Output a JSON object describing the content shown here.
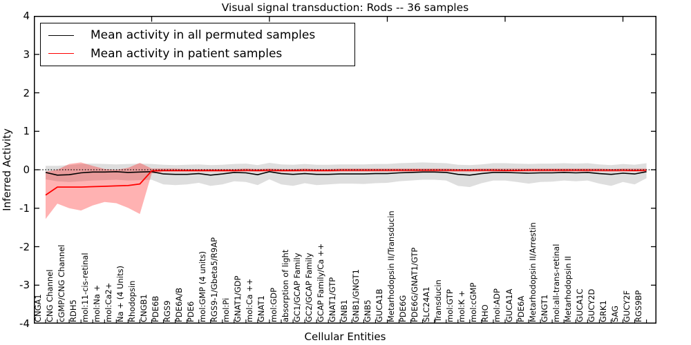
{
  "chart_data": {
    "type": "line",
    "title": "Visual signal transduction: Rods -- 36 samples",
    "xlabel": "Cellular Entities",
    "ylabel": "Inferred Activity",
    "ylim": [
      -4,
      4
    ],
    "yticks": [
      4,
      3,
      2,
      1,
      0,
      -1,
      -2,
      -3,
      -4
    ],
    "top_tick_indices": [
      9,
      19,
      29,
      39,
      49
    ],
    "zero_line": "dotted",
    "grid": false,
    "legend_position": "upper left",
    "background": "#ffffff",
    "categories": [
      "CNGA1",
      "CNG Channel",
      "cGMP/CNG Channel",
      "RDH5",
      "mol:11-cis-retinal",
      "mol:Na +",
      "mol:Ca2+",
      "Na + (4 Units)",
      "Rhodopsin",
      "CNGB1",
      "PDE6B",
      "RGS9",
      "PDE6A/B",
      "PDE6",
      "mol:GMP (4 units)",
      "RGS9-1/Gbeta5/R9AP",
      "mol:Pi",
      "GNAT1/GDP",
      "mol:Ca ++",
      "GNAT1",
      "mol:GDP",
      "absorption of light",
      "GC1/GCAP Family",
      "GC2/GCAP Family",
      "GCAP Family/Ca ++",
      "GNAT1/GTP",
      "GNB1",
      "GNB1/GNGT1",
      "GNB5",
      "GUCA1B",
      "Metarhodopsin II/Transducin",
      "PDE6G",
      "PDE6G/GNAT1/GTP",
      "SLC24A1",
      "Transducin",
      "mol:GTP",
      "mol:K +",
      "mol:cGMP",
      "RHO",
      "mol:ADP",
      "GUCA1A",
      "PDE6A",
      "Metarhodopsin II/Arrestin",
      "GNGT1",
      "mol:all-trans-retinal",
      "Metarhodopsin II",
      "GUCA1C",
      "GUCY2D",
      "GRK1",
      "SAG",
      "GUCY2F",
      "RGS9BP"
    ],
    "series": [
      {
        "name": "Mean activity in all permuted samples",
        "color": "#000000",
        "band_color": "rgba(0,0,0,0.13)",
        "values": [
          -0.07,
          -0.14,
          -0.13,
          -0.08,
          -0.06,
          -0.06,
          -0.05,
          -0.07,
          -0.06,
          -0.05,
          -0.11,
          -0.12,
          -0.12,
          -0.1,
          -0.14,
          -0.11,
          -0.07,
          -0.08,
          -0.13,
          -0.05,
          -0.1,
          -0.12,
          -0.1,
          -0.12,
          -0.12,
          -0.11,
          -0.11,
          -0.11,
          -0.1,
          -0.1,
          -0.08,
          -0.07,
          -0.06,
          -0.06,
          -0.07,
          -0.12,
          -0.14,
          -0.1,
          -0.07,
          -0.07,
          -0.08,
          -0.09,
          -0.08,
          -0.08,
          -0.07,
          -0.08,
          -0.07,
          -0.1,
          -0.12,
          -0.09,
          -0.11,
          -0.05
        ],
        "band_upper": [
          0.1,
          0.1,
          0.12,
          0.15,
          0.16,
          0.15,
          0.14,
          0.15,
          0.16,
          0.15,
          0.13,
          0.12,
          0.13,
          0.14,
          0.12,
          0.13,
          0.15,
          0.16,
          0.12,
          0.18,
          0.14,
          0.13,
          0.15,
          0.13,
          0.13,
          0.14,
          0.14,
          0.14,
          0.15,
          0.15,
          0.17,
          0.18,
          0.19,
          0.18,
          0.17,
          0.13,
          0.12,
          0.14,
          0.17,
          0.17,
          0.16,
          0.15,
          0.16,
          0.16,
          0.17,
          0.16,
          0.17,
          0.14,
          0.12,
          0.15,
          0.13,
          0.17
        ],
        "band_lower": [
          -0.25,
          -0.3,
          -0.32,
          -0.3,
          -0.28,
          -0.27,
          -0.26,
          -0.28,
          -0.27,
          -0.26,
          -0.38,
          -0.4,
          -0.38,
          -0.34,
          -0.42,
          -0.38,
          -0.3,
          -0.32,
          -0.4,
          -0.25,
          -0.38,
          -0.42,
          -0.35,
          -0.4,
          -0.38,
          -0.36,
          -0.36,
          -0.37,
          -0.35,
          -0.34,
          -0.3,
          -0.28,
          -0.26,
          -0.26,
          -0.28,
          -0.42,
          -0.45,
          -0.35,
          -0.28,
          -0.28,
          -0.32,
          -0.36,
          -0.32,
          -0.31,
          -0.28,
          -0.3,
          -0.28,
          -0.36,
          -0.42,
          -0.32,
          -0.38,
          -0.22
        ]
      },
      {
        "name": "Mean activity in patient samples",
        "color": "#ff0000",
        "band_color": "rgba(255,0,0,0.30)",
        "values": [
          -0.66,
          -0.45,
          -0.45,
          -0.45,
          -0.44,
          -0.43,
          -0.42,
          -0.41,
          -0.37,
          -0.03,
          -0.02,
          -0.02,
          -0.02,
          -0.02,
          -0.02,
          -0.02,
          -0.02,
          -0.01,
          -0.02,
          -0.01,
          -0.02,
          -0.02,
          -0.01,
          -0.02,
          -0.02,
          -0.01,
          -0.01,
          -0.01,
          -0.01,
          -0.01,
          -0.01,
          -0.01,
          -0.01,
          -0.01,
          -0.01,
          -0.01,
          -0.01,
          -0.01,
          -0.01,
          -0.02,
          -0.02,
          -0.01,
          -0.01,
          -0.01,
          -0.01,
          -0.01,
          -0.01,
          -0.01,
          -0.01,
          -0.01,
          -0.02,
          -0.01
        ],
        "band_upper": [
          -0.05,
          0.0,
          0.15,
          0.19,
          0.1,
          0.02,
          0.0,
          0.05,
          0.18,
          0.03,
          0.03,
          0.03,
          0.02,
          0.02,
          0.02,
          0.02,
          0.02,
          0.03,
          0.02,
          0.03,
          0.02,
          0.02,
          0.03,
          0.02,
          0.02,
          0.03,
          0.03,
          0.03,
          0.03,
          0.03,
          0.03,
          0.03,
          0.03,
          0.03,
          0.03,
          0.02,
          0.02,
          0.03,
          0.03,
          0.03,
          0.03,
          0.03,
          0.03,
          0.03,
          0.03,
          0.03,
          0.03,
          0.03,
          0.02,
          0.03,
          0.03,
          0.03
        ],
        "band_lower": [
          -1.28,
          -0.88,
          -1.0,
          -1.06,
          -0.93,
          -0.84,
          -0.87,
          -0.99,
          -1.15,
          -0.1,
          -0.06,
          -0.06,
          -0.06,
          -0.06,
          -0.06,
          -0.06,
          -0.06,
          -0.05,
          -0.06,
          -0.05,
          -0.06,
          -0.06,
          -0.05,
          -0.06,
          -0.06,
          -0.05,
          -0.05,
          -0.05,
          -0.05,
          -0.05,
          -0.05,
          -0.05,
          -0.05,
          -0.05,
          -0.05,
          -0.06,
          -0.06,
          -0.05,
          -0.05,
          -0.05,
          -0.05,
          -0.05,
          -0.05,
          -0.05,
          -0.05,
          -0.05,
          -0.05,
          -0.05,
          -0.06,
          -0.05,
          -0.05,
          -0.05
        ]
      }
    ]
  }
}
